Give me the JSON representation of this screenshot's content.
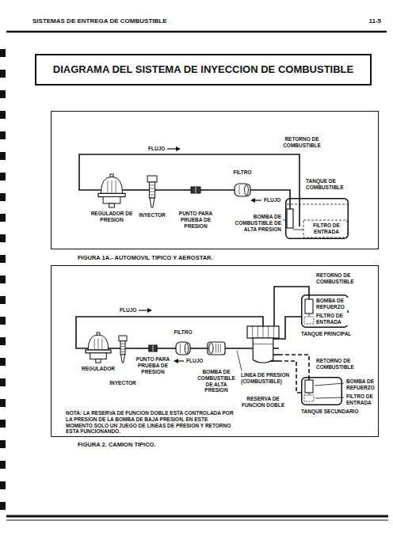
{
  "diagram": {
    "title": "DIAGRAMA DEL SISTEMA DE INYECCION DE COMBUSTIBLE",
    "nodes": [
      {
        "text": [
          "FIGURA 1A.- AUTOMOVIL TIPICO Y AEROSTAR."
        ]
      },
      {
        "text": [
          "REGULADOR DE PRESION"
        ],
        "in": 0
      },
      {
        "text": [
          "INYECTOR"
        ],
        "in": 0
      },
      {
        "text": [
          "PUNTO PARA PRUEBA DE PRESION"
        ],
        "in": 0
      },
      {
        "text": [
          "FILTRO"
        ],
        "in": 0
      },
      {
        "text": [
          "TANQUE DE COMBUSTIBLE"
        ],
        "in": 0
      },
      {
        "text": [
          "FIGURA 2. CAMION TIPICO."
        ]
      },
      {
        "text": [
          "REGULADOR"
        ],
        "in": 6
      },
      {
        "text": [
          "INYECTOR"
        ],
        "in": 6
      },
      {
        "text": [
          "PUNTO PARA PRUEBA DE PRESION"
        ],
        "in": 6
      },
      {
        "text": [
          "FILTRO"
        ],
        "in": 6
      },
      {
        "text": [
          "BOMBA DE COMBUSTIBLE DE ALTA PRESION"
        ],
        "in": 6
      },
      {
        "text": [
          "RESERVA DE FUNCION DOBLE"
        ],
        "in": 6
      },
      {
        "text": [
          "TANQUE PRINCIPAL"
        ],
        "in": 6
      },
      {
        "text": [
          "TANQUE SECUNDARIO"
        ],
        "in": 6
      }
    ],
    "edges": [
      {
        "from": 5,
        "to": 4,
        "arrow": "none"
      },
      {
        "from": 4,
        "to": 3,
        "arrow": "none"
      },
      {
        "from": 3,
        "to": 2,
        "arrow": "none"
      },
      {
        "from": 2,
        "to": 1,
        "arrow": "none"
      },
      {
        "from": 1,
        "to": 5,
        "arrow": "none"
      },
      {
        "from": 12,
        "to": 11,
        "arrow": "none"
      },
      {
        "from": 11,
        "to": 10,
        "arrow": "none"
      },
      {
        "from": 10,
        "to": 9,
        "arrow": "none"
      },
      {
        "from": 9,
        "to": 8,
        "arrow": "none"
      },
      {
        "from": 8,
        "to": 7,
        "arrow": "none"
      },
      {
        "from": 7,
        "to": 12,
        "arrow": "none"
      },
      {
        "from": 13,
        "to": 12,
        "arrow": "none"
      },
      {
        "from": 12,
        "to": 13,
        "arrow": "none"
      },
      {
        "from": 14,
        "to": 12,
        "arrow": "none"
      },
      {
        "from": 12,
        "to": 14,
        "arrow": "none"
      }
    ],
    "labels": [
      "SISTEMAS DE ENTREGA DE COMBUSTIBLE",
      "11-5",
      "RETORNO DE COMBUSTIBLE",
      "FLUJO",
      "FLUJO",
      "BOMBA DE COMBUSTIBLE DE ALTA PRESION",
      "FILTRO DE ENTRADA",
      "FLUJO",
      "FLUJO",
      "LINEA DE PRESION (COMBUSTIBLE)",
      "RETORNO DE COMBUSTIBLE",
      "BOMBA DE REFUERZO",
      "FILTRO DE ENTRADA",
      "RETORNO DE COMBUSTIBLE",
      "BOMBA DE REFUERZO",
      "FILTRO DE ENTRADA",
      "NOTA: LA RESERVA DE FUNCION DOBLE ESTA CONTROLADA POR LA PRESION DE LA BOMBA DE BAJA PRESION. EN ESTE MOMENTO SOLO UN JUEGO DE LINEAS DE PRESION Y RETORNO ESTA FUNCIONANDO."
    ]
  }
}
